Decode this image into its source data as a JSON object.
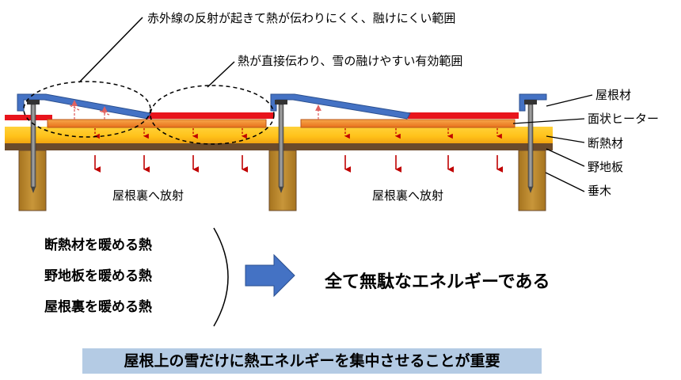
{
  "annotations": {
    "inefficient_zone": "赤外線の反射が起きて熱が伝わりにくく、融けにくい範囲",
    "effective_zone": "熱が直接伝わり、雪の融けやすい有効範囲"
  },
  "labels": {
    "roofing": "屋根材",
    "panel_heater": "面状ヒーター",
    "insulation": "断熱材",
    "sheathing": "野地板",
    "rafter": "垂木"
  },
  "radiation_labels": [
    "屋根裏へ放射",
    "屋根裏へ放射"
  ],
  "heat_loss_list": [
    "断熱材を暖める熱",
    "野地板を暖める熱",
    "屋根裏を暖める熱"
  ],
  "conclusion": "全て無駄なエネルギーである",
  "banner": "屋根上の雪だけに熱エネルギーを集中させることが重要",
  "colors": {
    "roofing_blue": "#4472c4",
    "roofing_red": "#e8141c",
    "heater_orange": "#f08a1e",
    "insulation_yellow": "#ffc21a",
    "sheathing_brown": "#6b4a2b",
    "rafter_tan": "#b8862e",
    "arrow_red": "#c00000",
    "banner_bg": "#b4cbe4",
    "big_arrow": "#4472c4"
  },
  "icons": [
    "screw-icon",
    "heat-arrow-icon",
    "right-arrow-icon"
  ]
}
